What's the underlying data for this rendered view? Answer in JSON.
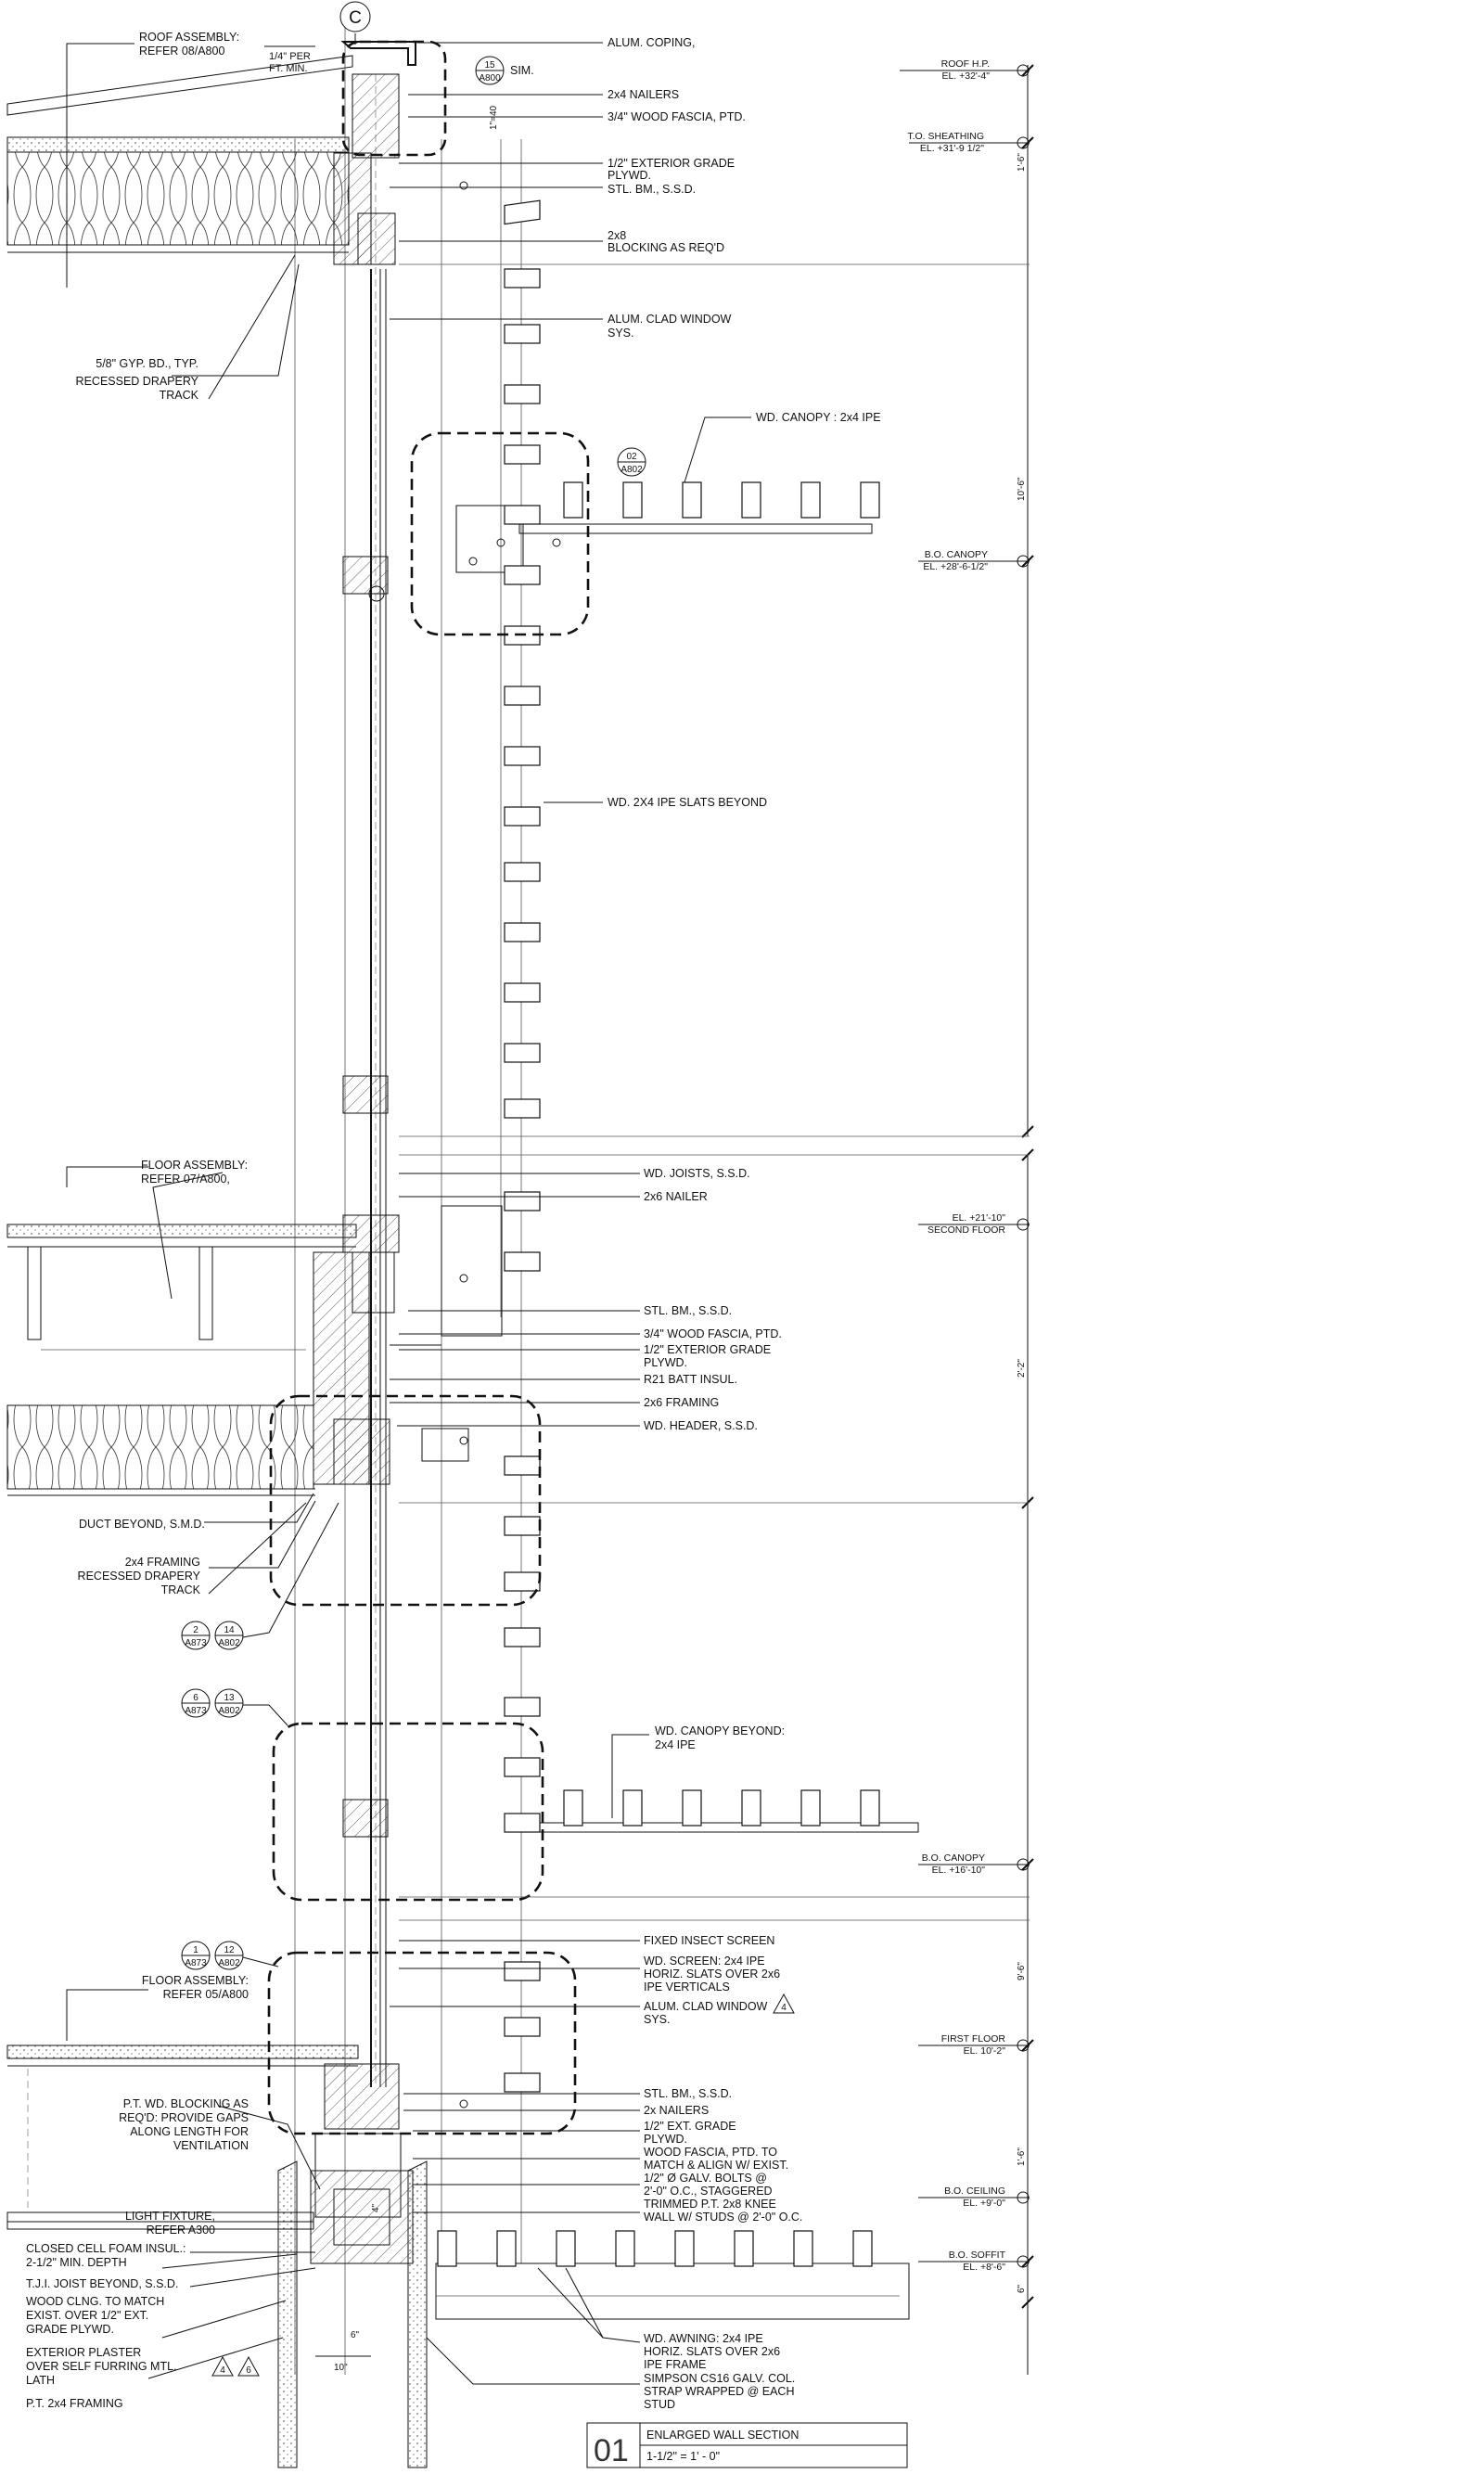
{
  "grid_bubble": "C",
  "labels": {
    "roof_assembly": [
      "ROOF ASSEMBLY:",
      "REFER 08/A800"
    ],
    "slope": [
      "1/4\" PER",
      "FT. MIN."
    ],
    "sim": "SIM.",
    "alum_coping": "ALUM. COPING,",
    "nailers_2x4": "2x4 NAILERS",
    "wood_fascia": "3/4\" WOOD FASCIA, PTD.",
    "ext_plywd": [
      "1/2\" EXTERIOR GRADE",
      "PLYWD."
    ],
    "stl_bm_top": "STL. BM., S.S.D.",
    "blocking": [
      "2x8",
      "BLOCKING AS REQ'D"
    ],
    "gyp_bd": [
      "5/8\" GYP. BD., TYP."
    ],
    "drapery_top": [
      "RECESSED DRAPERY",
      "TRACK"
    ],
    "window_top": [
      "ALUM. CLAD WINDOW",
      "SYS."
    ],
    "canopy_top": "WD. CANOPY : 2x4 IPE",
    "slats_beyond": "WD. 2X4 IPE SLATS BEYOND",
    "floor_assembly_2": [
      "FLOOR ASSEMBLY:",
      "REFER 07/A800,"
    ],
    "wd_joists": "WD. JOISTS, S.S.D.",
    "nailer_2x6": "2x6 NAILER",
    "stl_bm_mid": "STL. BM., S.S.D.",
    "fascia_mid": "3/4\" WOOD FASCIA, PTD.",
    "ext_plywd_mid": [
      "1/2\" EXTERIOR GRADE",
      "PLYWD."
    ],
    "r21": "R21 BATT INSUL.",
    "framing_2x6": "2x6 FRAMING",
    "wd_header": "WD. HEADER, S.S.D.",
    "duct": "DUCT BEYOND, S.M.D.",
    "framing_2x4": [
      "2x4 FRAMING",
      "RECESSED DRAPERY",
      "TRACK"
    ],
    "canopy_beyond": [
      "WD. CANOPY BEYOND:",
      "2x4 IPE"
    ],
    "insect_screen": "FIXED INSECT SCREEN",
    "wd_screen": [
      "WD. SCREEN: 2x4 IPE",
      "HORIZ. SLATS OVER 2x6",
      "IPE VERTICALS"
    ],
    "window_low": [
      "ALUM. CLAD WINDOW",
      "SYS."
    ],
    "floor_assembly_1": [
      "FLOOR ASSEMBLY:",
      "REFER 05/A800"
    ],
    "pt_blocking": [
      "P.T. WD. BLOCKING AS",
      "REQ'D: PROVIDE GAPS",
      "ALONG LENGTH FOR",
      "VENTILATION"
    ],
    "stl_bm_low": "STL. BM., S.S.D.",
    "nailers_2x": "2x NAILERS",
    "ext_plywd_low": [
      "1/2\" EXT. GRADE",
      "PLYWD."
    ],
    "fascia_low": [
      "WOOD FASCIA, PTD. TO",
      "MATCH & ALIGN W/ EXIST."
    ],
    "bolts": [
      "1/2\" Ø GALV. BOLTS @",
      "2'-0\" O.C., STAGGERED"
    ],
    "knee_wall": [
      "TRIMMED P.T. 2x8 KNEE",
      "WALL W/ STUDS @ 2'-0\" O.C."
    ],
    "light_fixture": [
      "LIGHT FIXTURE,",
      "REFER A300"
    ],
    "closed_cell": [
      "CLOSED CELL FOAM INSUL.:",
      "2-1/2\" MIN. DEPTH"
    ],
    "tji": "T.J.I. JOIST BEYOND, S.S.D.",
    "wood_clng": [
      "WOOD CLNG. TO MATCH",
      "EXIST. OVER 1/2\" EXT.",
      "GRADE PLYWD."
    ],
    "ext_plaster": [
      "EXTERIOR PLASTER",
      "OVER SELF FURRING MTL.",
      "LATH"
    ],
    "pt_framing": "P.T. 2x4 FRAMING",
    "awning": [
      "WD. AWNING: 2x4 IPE",
      "HORIZ. SLATS OVER 2x6",
      "IPE FRAME"
    ],
    "simpson": [
      "SIMPSON CS16 GALV. COL.",
      "STRAP WRAPPED @ EACH",
      "STUD"
    ]
  },
  "detail_tags": {
    "sim_tag": {
      "num": "15",
      "sheet": "A800"
    },
    "canopy_tag": {
      "num": "02",
      "sheet": "A802"
    },
    "pair_1": [
      {
        "num": "2",
        "sheet": "A873"
      },
      {
        "num": "14",
        "sheet": "A802"
      }
    ],
    "pair_2": [
      {
        "num": "6",
        "sheet": "A873"
      },
      {
        "num": "13",
        "sheet": "A802"
      }
    ],
    "pair_3": [
      {
        "num": "1",
        "sheet": "A873"
      },
      {
        "num": "12",
        "sheet": "A802"
      }
    ]
  },
  "revision_tags": [
    "4",
    "4",
    "6"
  ],
  "dimensions_small": {
    "top": "1\"=40",
    "depth_a": "4\"",
    "depth_b": "6\"",
    "width": "10\""
  },
  "elevations": [
    {
      "name": "ROOF H.P.",
      "value": "EL. +32'-4\""
    },
    {
      "name": "T.O. SHEATHING",
      "value": "EL. +31'-9 1/2\""
    },
    {
      "name": "B.O. CANOPY",
      "value": "EL. +28'-6-1/2\""
    },
    {
      "name": "EL. +21'-10\"",
      "value": "SECOND FLOOR"
    },
    {
      "name": "B.O. CANOPY",
      "value": "EL. +16'-10\""
    },
    {
      "name": "FIRST FLOOR",
      "value": "EL. 10'-2\""
    },
    {
      "name": "B.O. CEILING",
      "value": "EL. +9'-0\""
    },
    {
      "name": "B.O. SOFFIT",
      "value": "EL. +8'-6\""
    }
  ],
  "vertical_dims": [
    "1'-6\"",
    "10'-6\"",
    "2'-2\"",
    "9'-6\"",
    "1'-6\"",
    "6\""
  ],
  "title_block": {
    "number": "01",
    "title": "ENLARGED WALL SECTION",
    "scale": "1-1/2\" = 1' - 0\""
  }
}
